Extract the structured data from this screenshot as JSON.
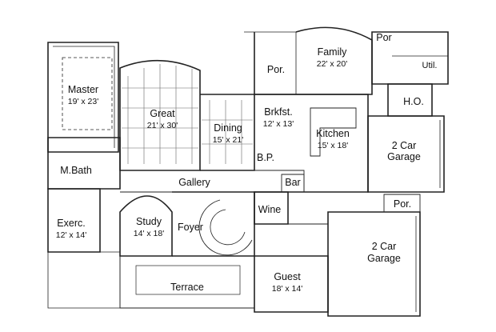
{
  "plan": {
    "rooms": [
      {
        "id": "master",
        "name": "Master",
        "dims": "19' x 23'"
      },
      {
        "id": "great",
        "name": "Great",
        "dims": "21' x 30'"
      },
      {
        "id": "dining",
        "name": "Dining",
        "dims": "15' x 21'"
      },
      {
        "id": "family",
        "name": "Family",
        "dims": "22' x 20'"
      },
      {
        "id": "brkfst",
        "name": "Brkfst.",
        "dims": "12' x 13'"
      },
      {
        "id": "kitchen",
        "name": "Kitchen",
        "dims": "15' x 18'"
      },
      {
        "id": "garage1",
        "name": "2 Car",
        "dims": "Garage"
      },
      {
        "id": "garage2",
        "name": "2 Car",
        "dims": "Garage"
      },
      {
        "id": "study",
        "name": "Study",
        "dims": "14' x 18'"
      },
      {
        "id": "exerc",
        "name": "Exerc.",
        "dims": "12' x 14'"
      },
      {
        "id": "guest",
        "name": "Guest",
        "dims": "18' x 14'"
      }
    ],
    "labels": {
      "mbath": "M.Bath",
      "gallery": "Gallery",
      "foyer": "Foyer",
      "terrace": "Terrace",
      "wine": "Wine",
      "bar": "Bar",
      "bp": "B.P.",
      "por_top": "Por.",
      "por_small": "Por",
      "por_garage": "Por.",
      "util": "Util.",
      "ho": "H.O."
    }
  }
}
